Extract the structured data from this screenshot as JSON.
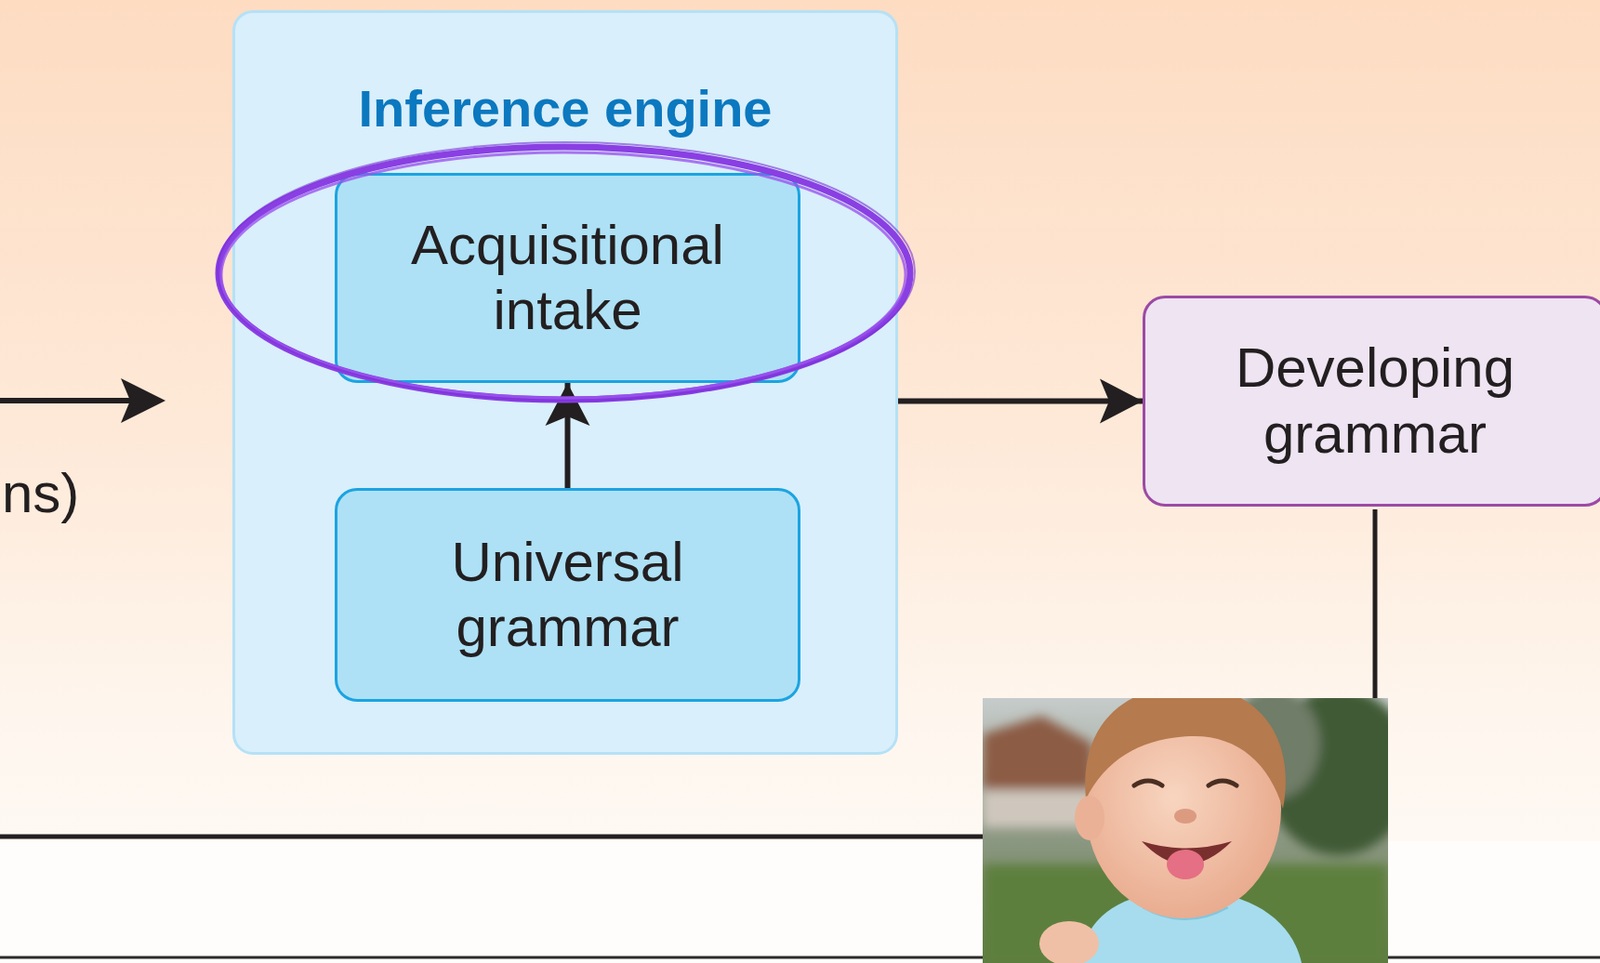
{
  "diagram": {
    "nodes": [
      {
        "text": [
          "Inference engine"
        ]
      },
      {
        "text": [
          "Acquisitional intake"
        ],
        "in": 0
      },
      {
        "text": [
          "Universal grammar"
        ],
        "in": 0
      },
      {
        "text": [
          "Developing grammar"
        ]
      }
    ],
    "edges": [
      {
        "from": 2,
        "to": 1,
        "arrow": "to"
      },
      {
        "from": 0,
        "to": 3,
        "arrow": "to"
      }
    ],
    "labels": [
      "ns)"
    ]
  }
}
